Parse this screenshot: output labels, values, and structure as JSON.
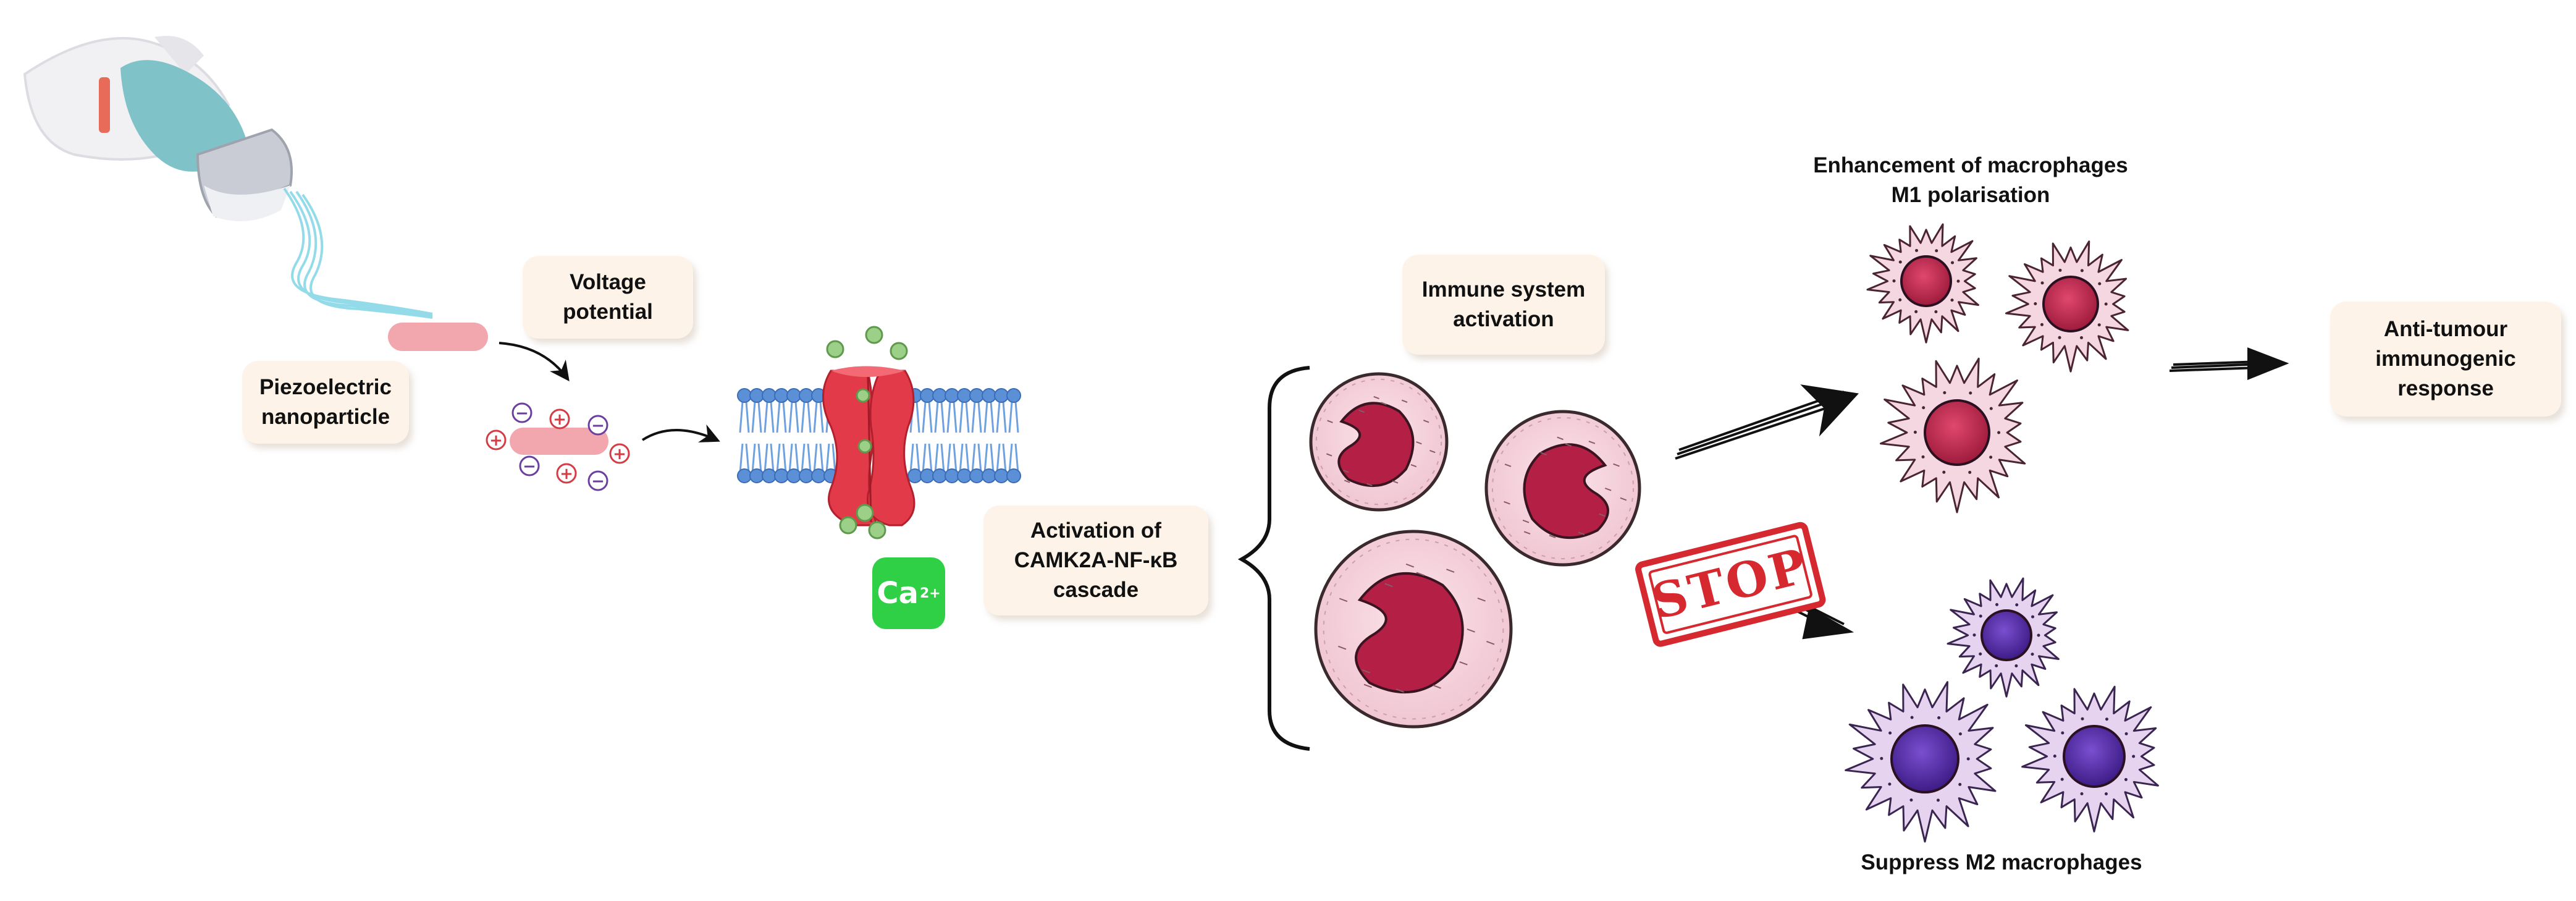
{
  "labels": {
    "piezo": "Piezoelectric\nnanoparticle",
    "voltage": "Voltage\npotential",
    "ca_ion": "Ca",
    "ca_charge": "2+",
    "camk": "Activation of\nCAMK2A-NF-κB\ncascade",
    "immune": "Immune system\nactivation",
    "m1": "Enhancement of macrophages\nM1 polarisation",
    "anti": "Anti-tumour\nimmunogenic\nresponse",
    "stop": "STOP",
    "m2": "Suppress M2 macrophages"
  },
  "colors": {
    "box_fill": "#fdf3e8",
    "nanoparticle": "#f2a7ae",
    "channel": "#e23a48",
    "membrane_head": "#5b8fd6",
    "cell_nucleus": "#b31f45",
    "m1_nucleus": "#c8234f",
    "m2_nucleus": "#5a2fa8",
    "stop_red": "#d6282f",
    "calcium_box": "#2fcf46"
  },
  "icons": [
    "ultrasound-probe-icon",
    "hand-glove-icon",
    "ultrasound-wave-icon",
    "calcium-channel-icon",
    "neutrophil-icon",
    "macrophage-icon",
    "stop-stamp-icon"
  ]
}
